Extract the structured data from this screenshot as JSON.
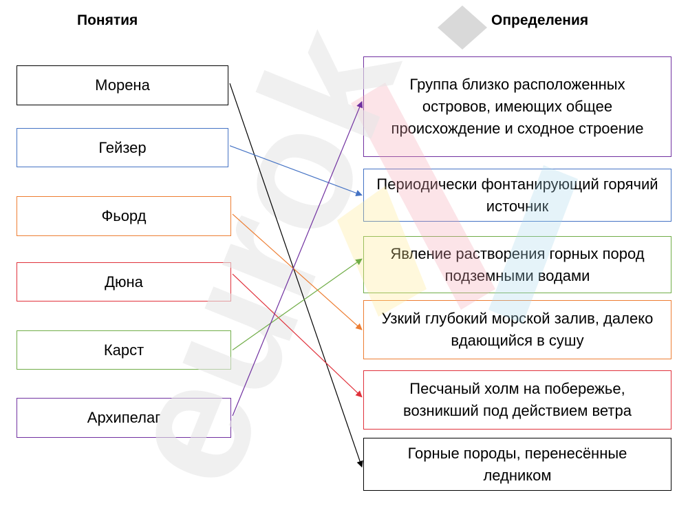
{
  "headings": {
    "terms": "Понятия",
    "definitions": "Определения"
  },
  "terms": [
    {
      "label": "Морена",
      "color": "#000000"
    },
    {
      "label": "Гейзер",
      "color": "#4472c4"
    },
    {
      "label": "Фьорд",
      "color": "#ed7d31"
    },
    {
      "label": "Дюна",
      "color": "#e0303a"
    },
    {
      "label": "Карст",
      "color": "#70ad47"
    },
    {
      "label": "Архипелаг",
      "color": "#7030a0"
    }
  ],
  "definitions": [
    {
      "text": "Группа близко расположенных островов, имеющих общее происхождение и сходное строение",
      "color": "#7030a0"
    },
    {
      "text": "Периодически фонтанирующий горячий источник",
      "color": "#4472c4"
    },
    {
      "text": "Явление растворения горных пород подземными водами",
      "color": "#70ad47"
    },
    {
      "text": "Узкий глубокий морской залив, далеко вдающийся в сушу",
      "color": "#ed7d31"
    },
    {
      "text": "Песчаный холм на побережье, возникший под действием ветра",
      "color": "#e0303a"
    },
    {
      "text": "Горные породы, перенесённые ледником",
      "color": "#000000"
    }
  ],
  "links": [
    {
      "term": 0,
      "definition": 5,
      "color": "#000000"
    },
    {
      "term": 1,
      "definition": 1,
      "color": "#4472c4"
    },
    {
      "term": 2,
      "definition": 3,
      "color": "#ed7d31"
    },
    {
      "term": 3,
      "definition": 4,
      "color": "#e0303a"
    },
    {
      "term": 4,
      "definition": 2,
      "color": "#70ad47"
    },
    {
      "term": 5,
      "definition": 0,
      "color": "#7030a0"
    }
  ],
  "watermark": {
    "text": "eurok",
    "colors": [
      "#b3b3b3",
      "#f4a6b4",
      "#ffe88a",
      "#a8d8ec"
    ]
  }
}
